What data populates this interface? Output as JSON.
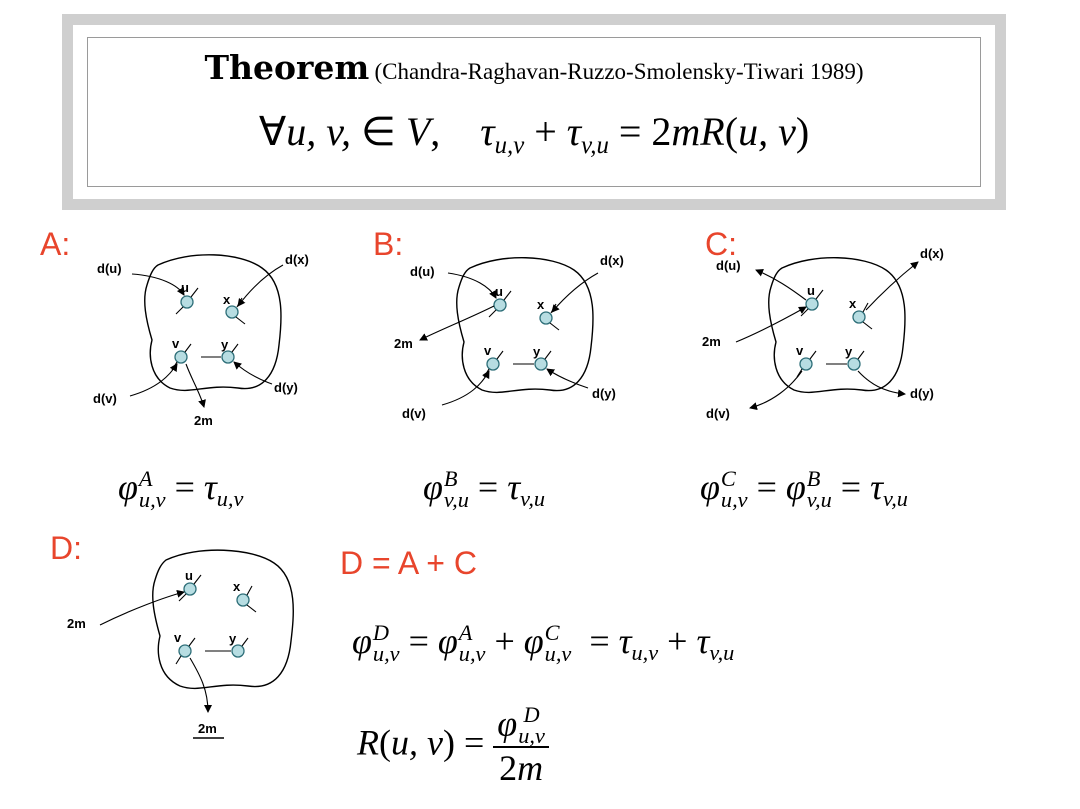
{
  "theorem": {
    "title": "Theorem",
    "citation": "(Chandra-Raghavan-Ruzzo-Smolensky-Tiwari 1989)"
  },
  "panels": {
    "A": {
      "label": "A:"
    },
    "B": {
      "label": "B:"
    },
    "C": {
      "label": "C:"
    },
    "D": {
      "label": "D:"
    }
  },
  "combination": "D = A + C",
  "node_labels": {
    "u": "u",
    "x": "x",
    "v": "v",
    "y": "y"
  },
  "edge_labels": {
    "du": "d(u)",
    "dx": "d(x)",
    "dv": "d(v)",
    "dy": "d(y)",
    "twom": "2m"
  },
  "colors": {
    "accent": "#e8452c",
    "node_fill": "#b7dde2",
    "frame": "#cfcfcf"
  }
}
